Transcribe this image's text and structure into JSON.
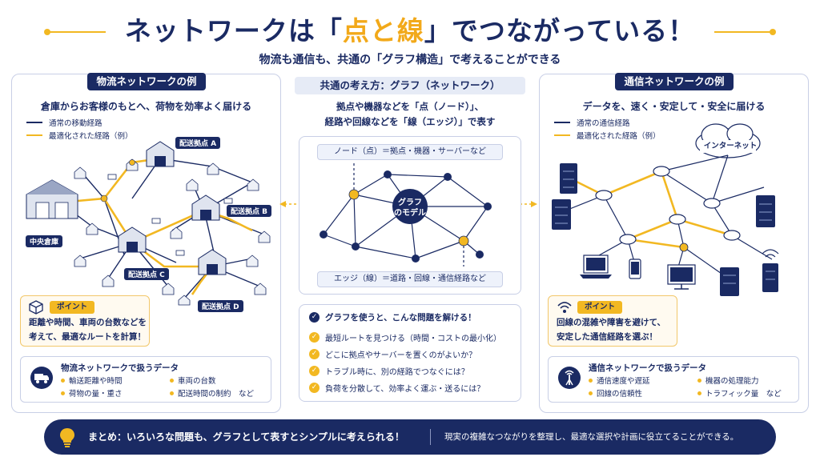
{
  "header": {
    "title_pre": "ネットワークは「",
    "title_highlight": "点と線",
    "title_post": "」でつながっている！",
    "subtitle": "物流も通信も、共通の「グラフ構造」で考えることができる"
  },
  "logistics": {
    "title": "物流ネットワークの例",
    "lead": "倉庫からお客様のもとへ、荷物を効率よく届ける",
    "legend_normal": "通常の移動経路",
    "legend_optimal": "最適化された経路（例）",
    "labels": {
      "warehouse": "中央倉庫",
      "hub_a": "配送拠点 A",
      "hub_b": "配送拠点 B",
      "hub_c": "配送拠点 C",
      "hub_d": "配送拠点 D"
    },
    "point_badge": "ポイント",
    "point_line1": "距離や時間、車両の台数などを",
    "point_line2": "考えて、最適なルートを計算！",
    "data_title": "物流ネットワークで扱うデータ",
    "data_items": [
      "輸送距離や時間",
      "車両の台数",
      "荷物の量・重さ",
      "配送時間の制約　など"
    ]
  },
  "center": {
    "heading": "共通の考え方：グラフ（ネットワーク）",
    "lead1": "拠点や機器などを「点（ノード）」、",
    "lead2": "経路や回線などを「線（エッジ）」で表す",
    "node_label": "ノード（点）＝拠点・機器・サーバーなど",
    "edge_label": "エッジ（線）＝道路・回線・通信経路など",
    "model_line1": "グラフ",
    "model_line2": "のモデル",
    "questions_title": "グラフを使うと、こんな問題を解ける！",
    "questions": [
      "最短ルートを見つける（時間・コストの最小化）",
      "どこに拠点やサーバーを置くのがよいか？",
      "トラブル時に、別の経路でつなぐには？",
      "負荷を分散して、効率よく運ぶ・送るには？"
    ]
  },
  "telecom": {
    "title": "通信ネットワークの例",
    "lead": "データを、速く・安定して・安全に届ける",
    "legend_normal": "通常の通信経路",
    "legend_optimal": "最適化された経路（例）",
    "internet_label": "インターネット",
    "point_badge": "ポイント",
    "point_line1": "回線の混雑や障害を避けて、",
    "point_line2": "安定した通信経路を選ぶ！",
    "data_title": "通信ネットワークで扱うデータ",
    "data_items": [
      "通信速度や遅延",
      "機器の処理能力",
      "回線の信頼性",
      "トラフィック量　など"
    ]
  },
  "summary": {
    "text1": "まとめ：いろいろな問題も、グラフとして表すとシンプルに考えられる！",
    "text2": "現実の複雑なつながりを整理し、最適な選択や計画に役立てることができる。"
  },
  "colors": {
    "navy": "#1a2a63",
    "accent": "#f2b822",
    "panel_border": "#c8cfe6"
  }
}
